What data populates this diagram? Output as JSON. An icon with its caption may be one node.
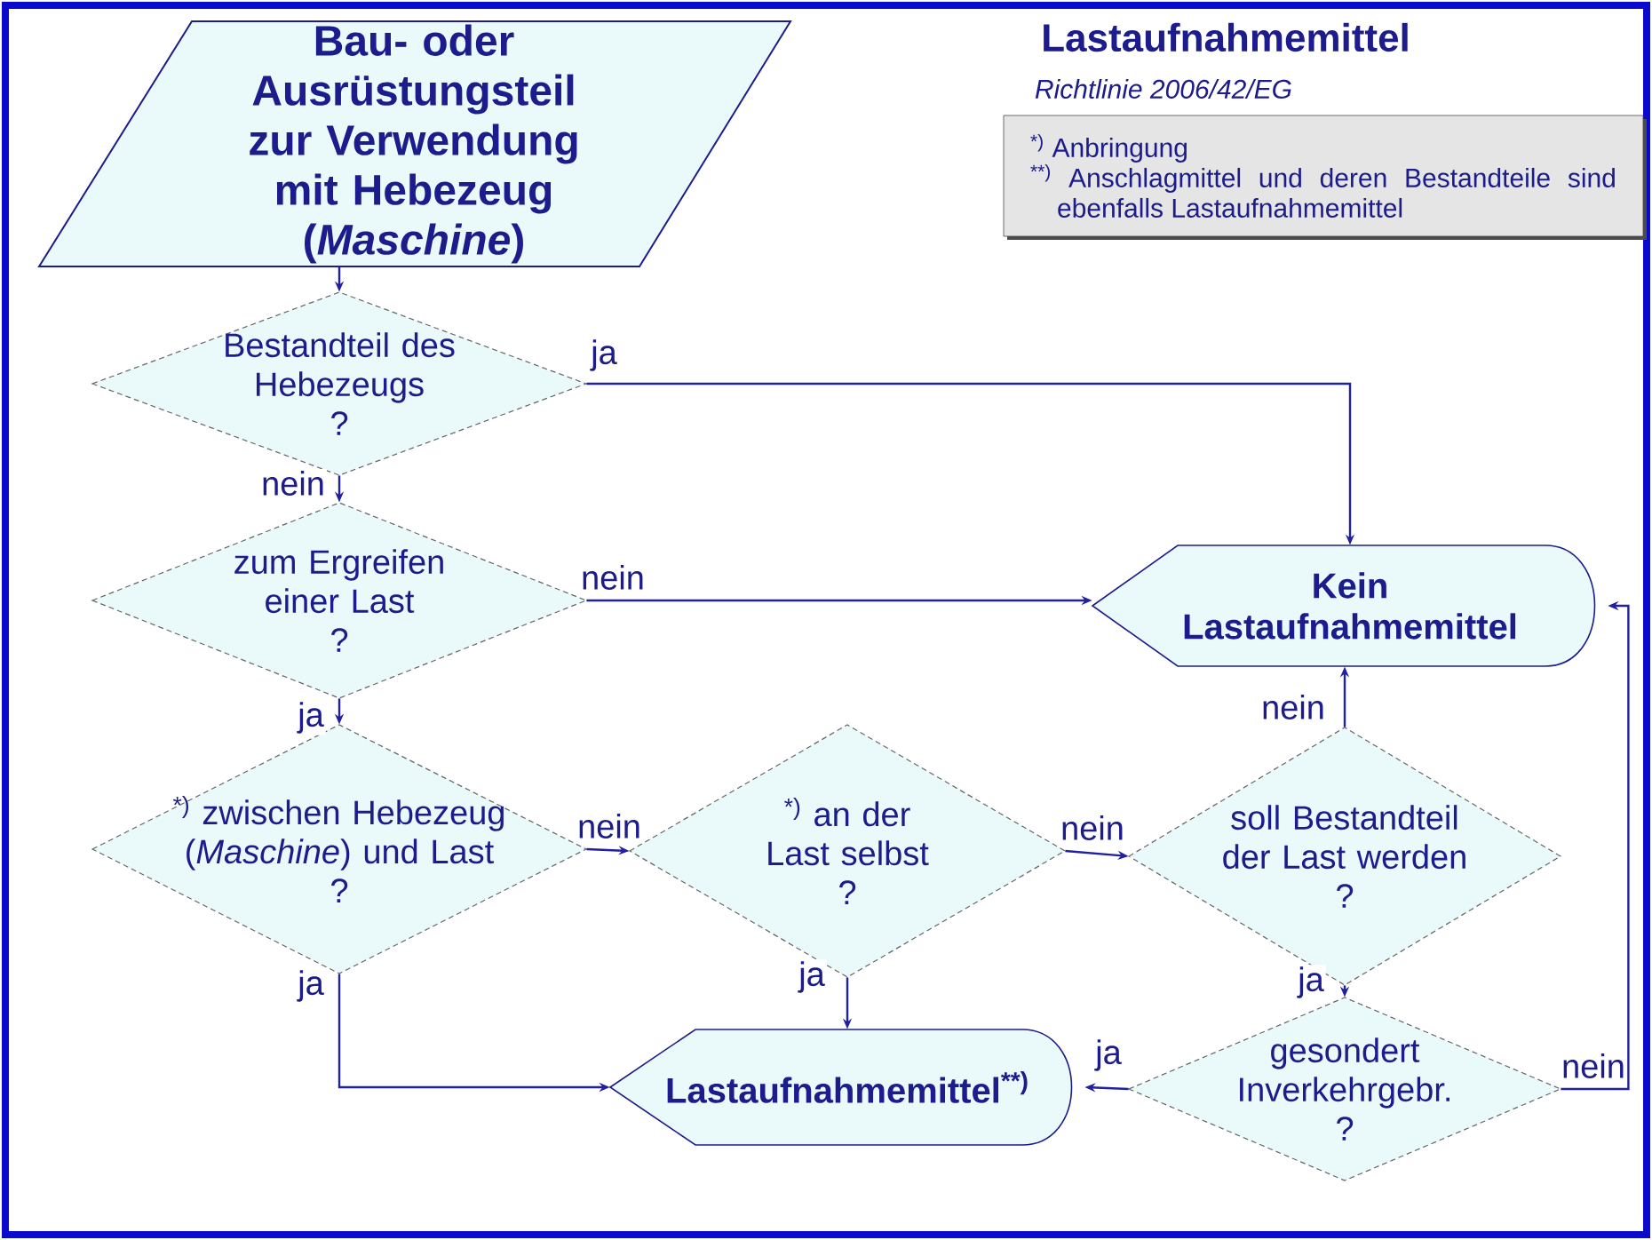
{
  "diagram": {
    "title": "Lastaufnahmemittel",
    "nodes": [
      {
        "text": [
          "Bau- oder Ausrüstungsteil zur Verwendung mit Hebezeug (*Maschine*)"
        ]
      },
      {
        "text": [
          "$^{*)}$ Anbringung",
          "$^{**)}$ Anschlagmittel und deren Bestandteile sind ebenfalls Lastaufnahmemittel"
        ]
      },
      {
        "text": [
          "Bestandteil des Hebezeugs",
          "?"
        ]
      },
      {
        "text": [
          "zum Ergreifen einer Last",
          "?"
        ]
      },
      {
        "text": [
          "Kein Lastaufnahmemittel"
        ]
      },
      {
        "text": [
          "$^{*)}$ zwischen Hebezeug (*Maschine*) und Last",
          "?"
        ]
      },
      {
        "text": [
          "$^{*)}$ an der Last selbst",
          "?"
        ]
      },
      {
        "text": [
          "soll Bestandteil der Last werden",
          "?"
        ]
      },
      {
        "text": [
          "Lastaufnahmemittel$^{**)}$"
        ]
      },
      {
        "text": [
          "gesondert Inverkehrgebr.",
          "?"
        ]
      }
    ],
    "edges": [
      {
        "from": 0,
        "to": 2,
        "arrow": "to"
      },
      {
        "from": 2,
        "to": 4,
        "arrow": "to",
        "label": "ja"
      },
      {
        "from": 2,
        "to": 3,
        "arrow": "to",
        "label": "nein"
      },
      {
        "from": 3,
        "to": 4,
        "arrow": "to",
        "label": "nein"
      },
      {
        "from": 3,
        "to": 5,
        "arrow": "to",
        "label": "ja"
      },
      {
        "from": 5,
        "to": 6,
        "arrow": "to",
        "label": "nein"
      },
      {
        "from": 5,
        "to": 8,
        "arrow": "to",
        "label": "ja"
      },
      {
        "from": 6,
        "to": 7,
        "arrow": "to",
        "label": "nein"
      },
      {
        "from": 6,
        "to": 8,
        "arrow": "to",
        "label": "ja"
      },
      {
        "from": 7,
        "to": 4,
        "arrow": "to",
        "label": "nein"
      },
      {
        "from": 7,
        "to": 9,
        "arrow": "to",
        "label": "ja"
      },
      {
        "from": 9,
        "to": 8,
        "arrow": "to",
        "label": "ja"
      },
      {
        "from": 9,
        "to": 4,
        "arrow": "to",
        "label": "nein"
      }
    ],
    "labels": [
      "Richtlinie 2006/42/EG"
    ]
  }
}
